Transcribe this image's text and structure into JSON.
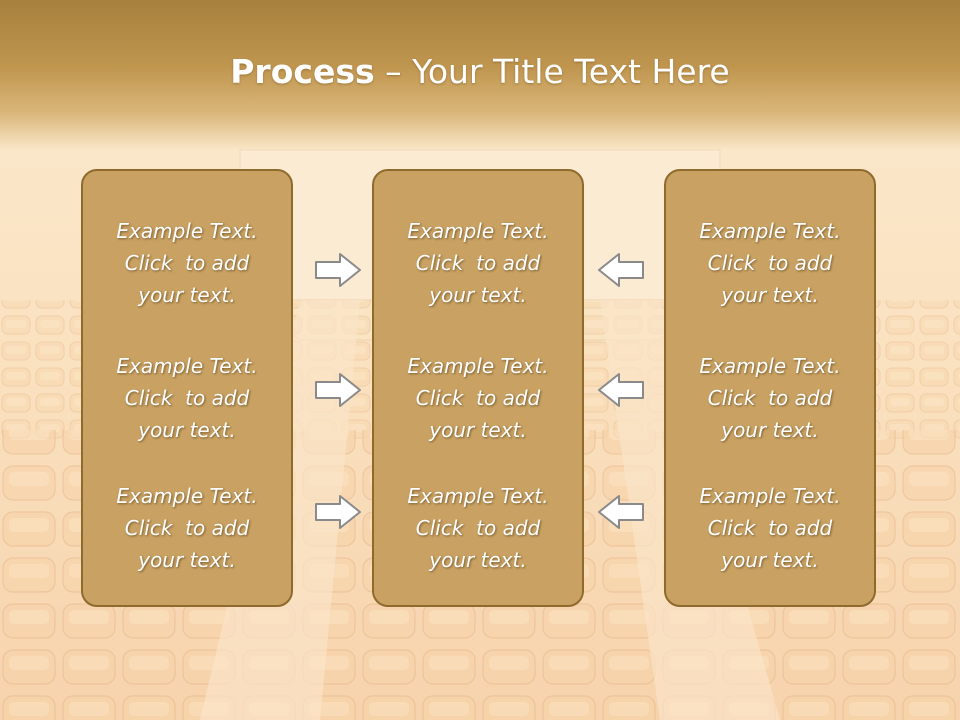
{
  "slide": {
    "title_bold": "Process",
    "title_rest": " – Your Title Text Here"
  },
  "panels": [
    {
      "items": [
        {
          "l1": "Example Text.",
          "l2": "Click  to add",
          "l3": "your text."
        },
        {
          "l1": "Example Text.",
          "l2": "Click  to add",
          "l3": "your text."
        },
        {
          "l1": "Example Text.",
          "l2": "Click  to add",
          "l3": "your text."
        }
      ]
    },
    {
      "items": [
        {
          "l1": "Example Text.",
          "l2": "Click  to add",
          "l3": "your text."
        },
        {
          "l1": "Example Text.",
          "l2": "Click  to add",
          "l3": "your text."
        },
        {
          "l1": "Example Text.",
          "l2": "Click  to add",
          "l3": "your text."
        }
      ]
    },
    {
      "items": [
        {
          "l1": "Example Text.",
          "l2": "Click  to add",
          "l3": "your text."
        },
        {
          "l1": "Example Text.",
          "l2": "Click  to add",
          "l3": "your text."
        },
        {
          "l1": "Example Text.",
          "l2": "Click  to add",
          "l3": "your text."
        }
      ]
    }
  ],
  "arrows": {
    "left_column": [
      "right-arrow-icon",
      "right-arrow-icon",
      "right-arrow-icon"
    ],
    "right_column": [
      "left-arrow-icon",
      "left-arrow-icon",
      "left-arrow-icon"
    ]
  },
  "colors": {
    "panel_fill": "#c9a263",
    "panel_border": "#8f6a2d",
    "title_band": "#a6803d",
    "arrow_fill": "#ffffff",
    "arrow_stroke": "#8a8a8a"
  }
}
